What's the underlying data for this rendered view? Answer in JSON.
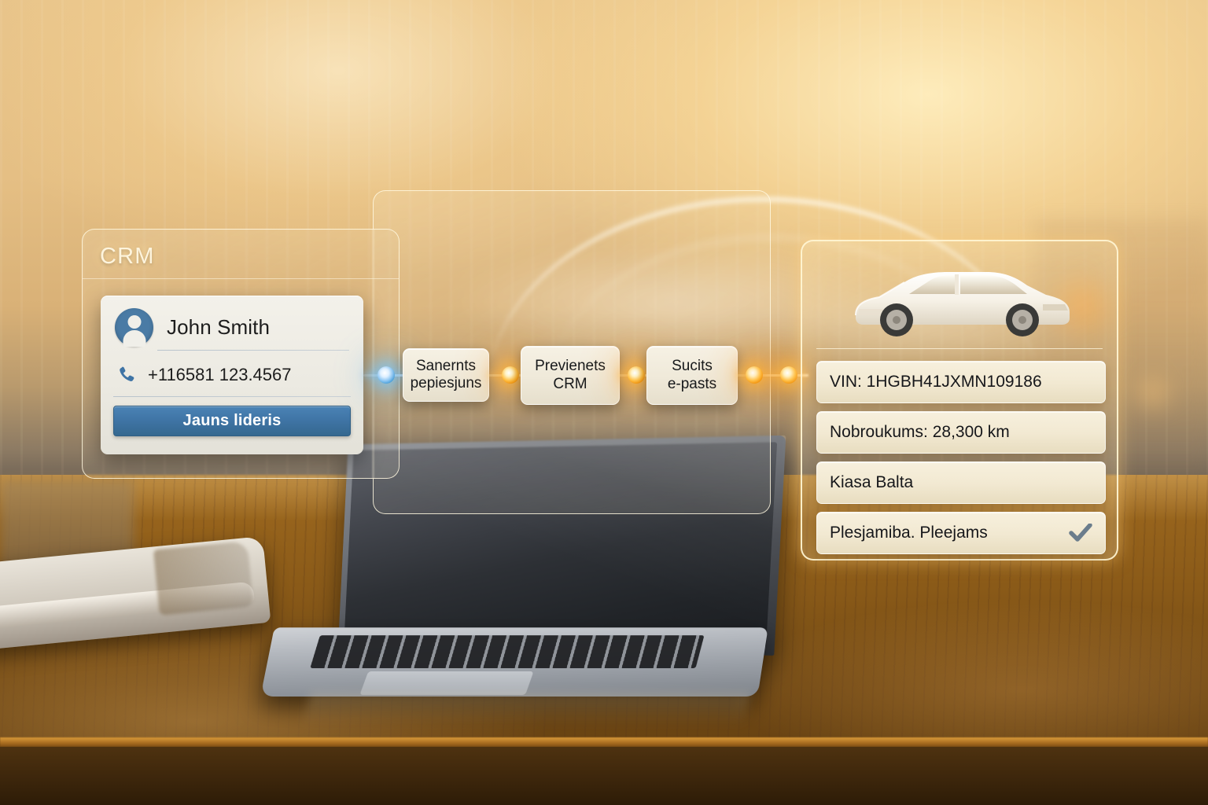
{
  "scene": {
    "description": "holographic-ui-over-laptop-on-wooden-desk",
    "accent_blue": "#3f74a5",
    "accent_amber": "#f39209",
    "panel_border": "#fff4d2",
    "card_background": "#f3f1ea"
  },
  "crm_panel": {
    "title": "CRM",
    "contact": {
      "name": "John Smith",
      "phone": "+116581 123.4567",
      "avatar_icon": "user-avatar-icon",
      "phone_icon": "phone-icon"
    },
    "primary_button": "Jauns lideris"
  },
  "flow": {
    "steps": [
      {
        "label_line1": "Sanernts",
        "label_line2": "pepiesjuns"
      },
      {
        "label_line1": "Previenets",
        "label_line2": "CRM"
      },
      {
        "label_line1": "Sucits",
        "label_line2": "e-pasts"
      }
    ],
    "nodes": [
      {
        "name": "node-input",
        "color": "blue"
      },
      {
        "name": "node-step-1",
        "color": "amber"
      },
      {
        "name": "node-step-2",
        "color": "amber"
      },
      {
        "name": "node-step-3",
        "color": "amber"
      },
      {
        "name": "node-output",
        "color": "amber"
      }
    ]
  },
  "vehicle_panel": {
    "hero_image": "white-sedan-car-image",
    "specs": [
      {
        "label": "VIN: 1HGBH41JXMN109186",
        "check": false
      },
      {
        "label": "Nobroukums: 28,300 km",
        "check": false
      },
      {
        "label": "Kiasa  Balta",
        "check": false
      },
      {
        "label": "Plesjamiba. Pleejams",
        "check": true
      }
    ],
    "check_icon": "checkmark-icon",
    "check_color": "#6b7d8c"
  }
}
